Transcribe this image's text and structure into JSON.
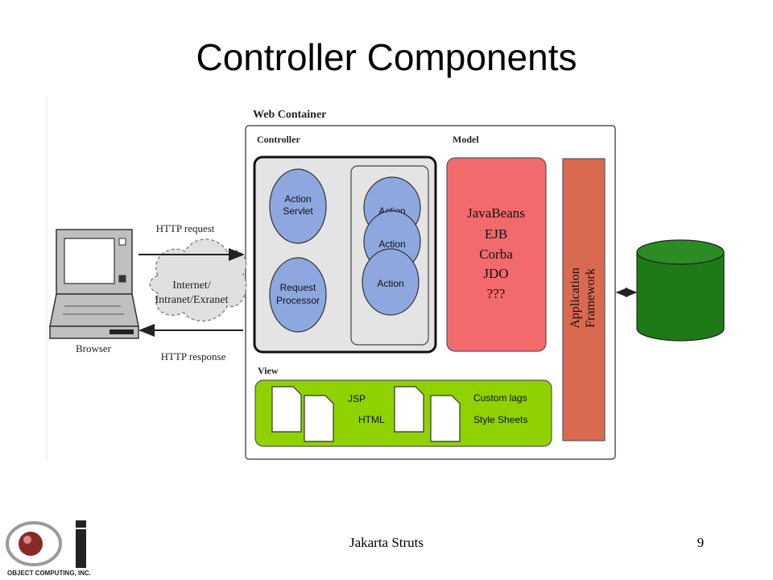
{
  "slide": {
    "title": "Controller Components",
    "footer_center": "Jakarta Struts",
    "page_number": "9"
  },
  "logo": {
    "name": "object-computing-logo",
    "text": "Object Computing, Inc."
  },
  "diagram": {
    "web_container_label": "Web Container",
    "controller_label": "Controller",
    "model_label": "Model",
    "view_label": "View",
    "action_servlet": [
      "Action",
      "Servlet"
    ],
    "request_processor": [
      "Request",
      "Processor"
    ],
    "action_label": "Action",
    "model_items": [
      "JavaBeans",
      "EJB",
      "Corba",
      "JDO",
      "???"
    ],
    "framework_lines": [
      "Application",
      "Framework"
    ],
    "view_items": {
      "jsp": "JSP",
      "html": "HTML",
      "custom_tags": "Custom lags",
      "style_sheets": "Style Sheets"
    },
    "browser_label": "Browser",
    "http_request": "HTTP request",
    "http_response": "HTTP response",
    "internet_lines": [
      "Internet/",
      "Intranet/Exranet"
    ]
  },
  "colors": {
    "model_fill": "#f26a6b",
    "framework_fill": "#d96a50",
    "view_fill": "#8fd200",
    "circle_fill": "#8ea8df",
    "database_fill": "#1d7a16",
    "controller_fill": "#e4e4e4"
  }
}
